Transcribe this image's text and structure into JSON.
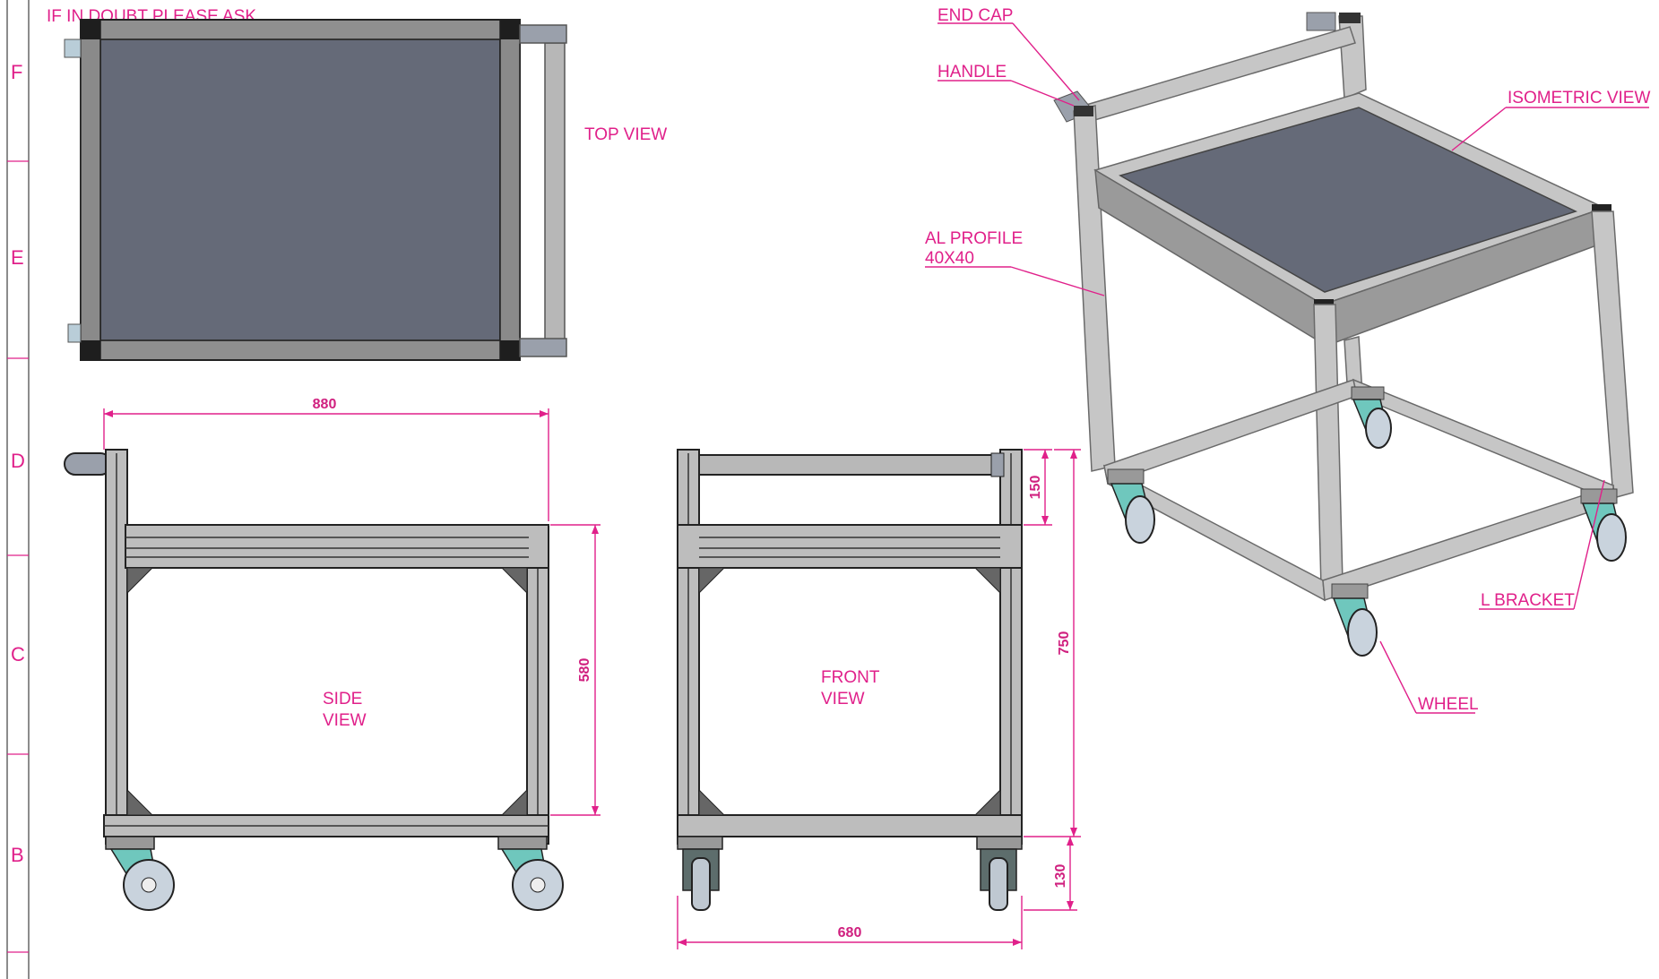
{
  "note": "IF IN DOUBT PLEASE ASK",
  "zones": [
    "F",
    "E",
    "D",
    "C",
    "B"
  ],
  "views": {
    "top": "TOP VIEW",
    "side_line1": "SIDE",
    "side_line2": "VIEW",
    "front_line1": "FRONT",
    "front_line2": "VIEW",
    "isometric": "ISOMETRIC VIEW"
  },
  "callouts": {
    "end_cap": "END CAP",
    "handle": "HANDLE",
    "al_profile_line1": "AL PROFILE",
    "al_profile_line2": "40X40",
    "l_bracket": "L BRACKET",
    "wheel": "WHEEL"
  },
  "dimensions": {
    "side_length": "880",
    "side_frame_height": "580",
    "front_width": "680",
    "front_handle_height": "150",
    "front_total_height": "750",
    "front_wheel_height": "130"
  },
  "colors": {
    "annotation": "#e0208a",
    "profile": "#8f8f8f",
    "panel": "#656a78",
    "wheel": "#6fc7bd"
  }
}
